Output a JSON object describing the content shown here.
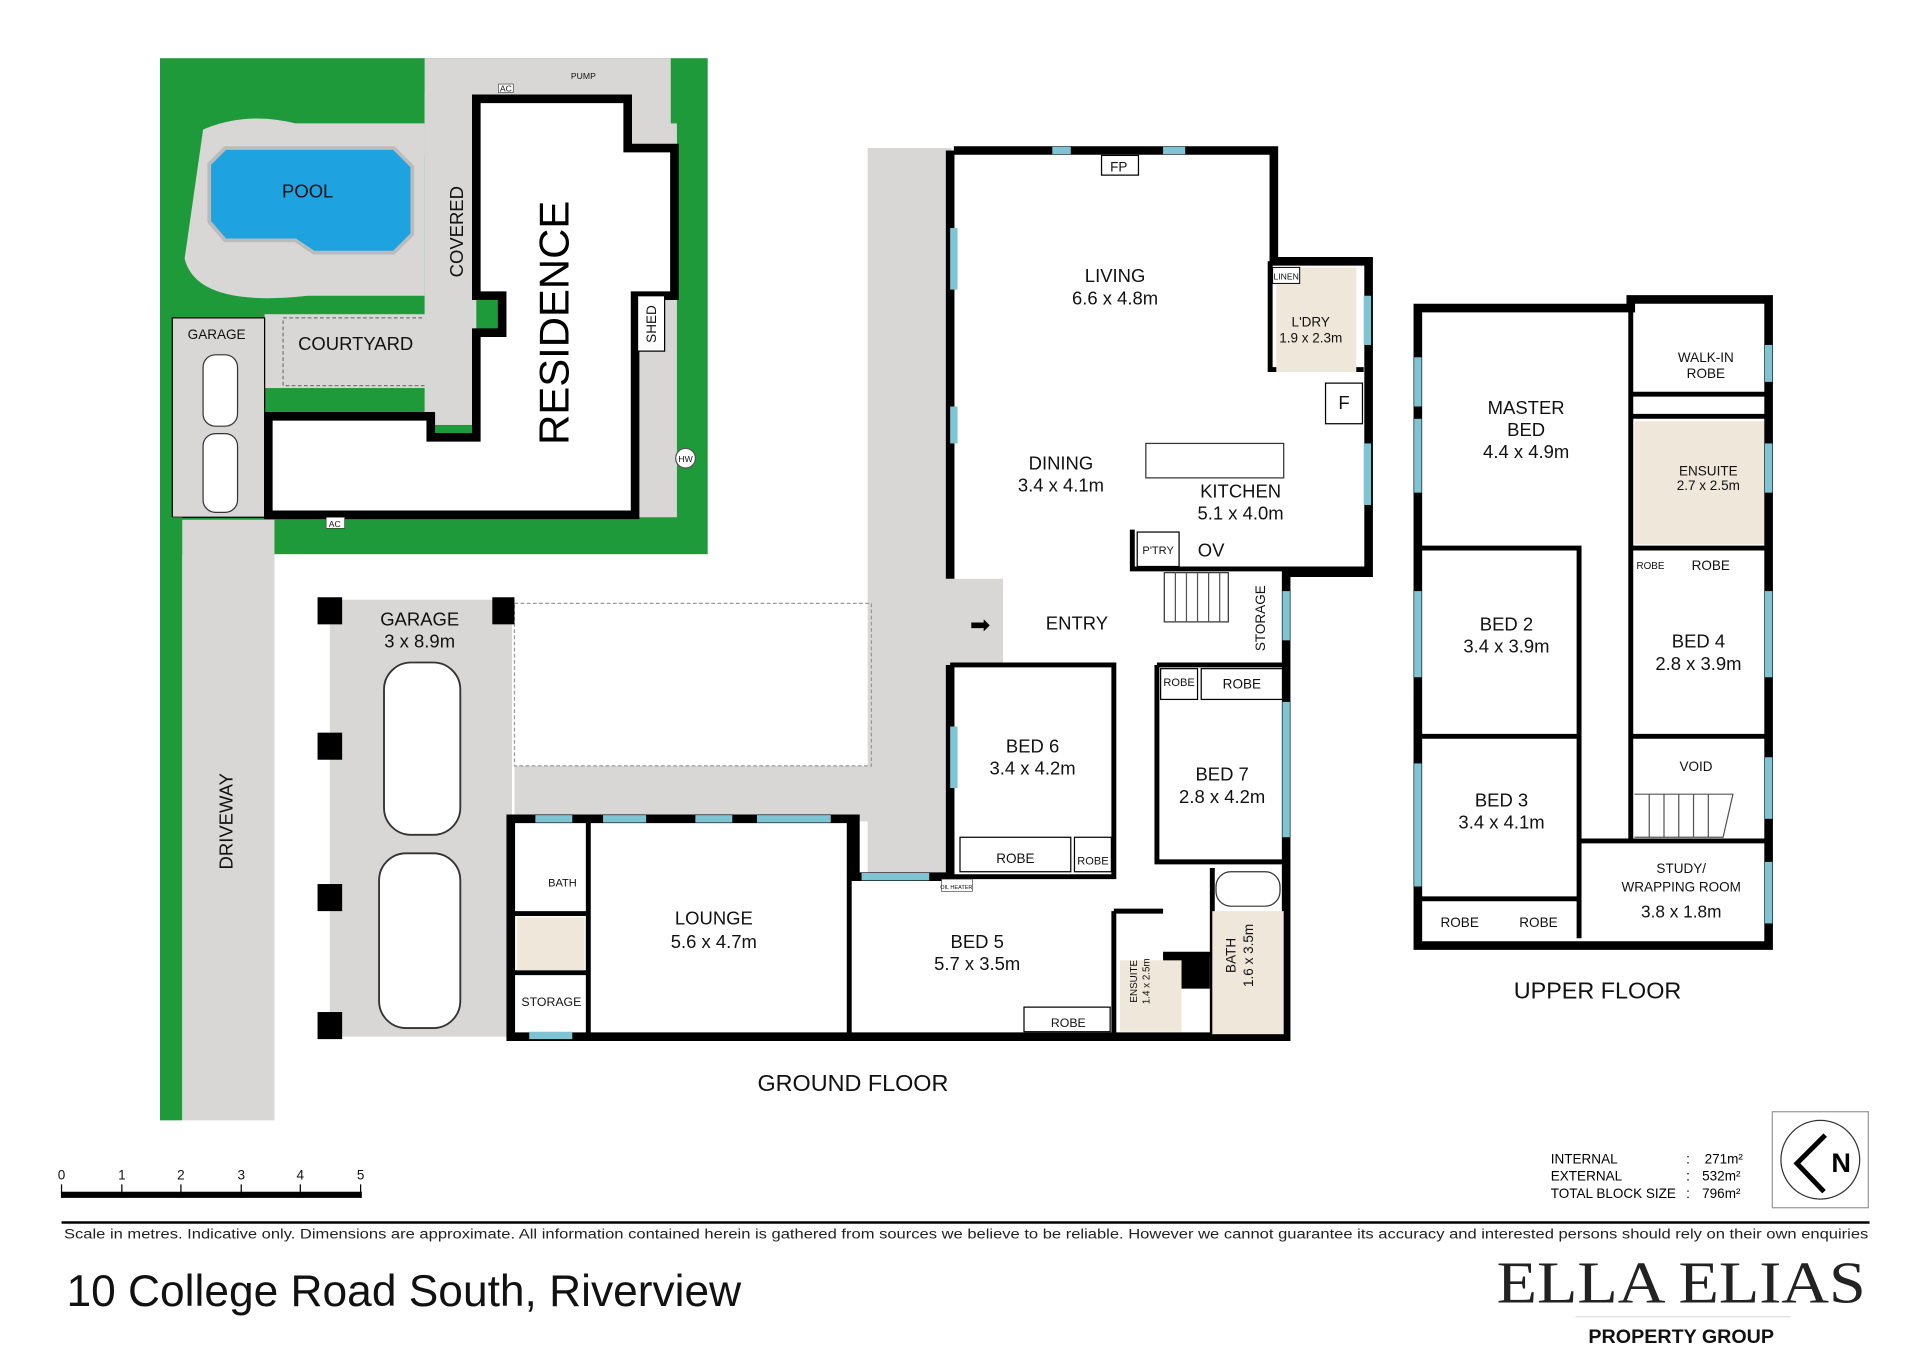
{
  "site": {
    "pool": "POOL",
    "courtyard": "COURTYARD",
    "covered": "COVERED",
    "residence": "RESIDENCE",
    "garage": "GARAGE",
    "shed": "SHED",
    "hw": "HW",
    "pump": "PUMP",
    "ac": "AC",
    "driveway": "DRIVEWAY"
  },
  "ground": {
    "title": "GROUND FLOOR",
    "garage": {
      "name": "GARAGE",
      "dims": "3 x 8.9m"
    },
    "living": {
      "name": "LIVING",
      "dims": "6.6 x 4.8m"
    },
    "fp": "FP",
    "linen": "LINEN",
    "laundry": {
      "name": "L'DRY",
      "dims": "1.9 x 2.3m"
    },
    "fridge": "F",
    "dining": {
      "name": "DINING",
      "dims": "3.4 x 4.1m"
    },
    "kitchen": {
      "name": "KITCHEN",
      "dims": "5.1 x 4.0m"
    },
    "pantry": "P'TRY",
    "oven": "OV",
    "entry": "ENTRY",
    "storage": "STORAGE",
    "bed6": {
      "name": "BED 6",
      "dims": "3.4 x 4.2m"
    },
    "bed7": {
      "name": "BED 7",
      "dims": "2.8 x 4.2m"
    },
    "robe": "ROBE",
    "oil_heater": "OIL HEATER",
    "lounge": {
      "name": "LOUNGE",
      "dims": "5.6 x 4.7m"
    },
    "bath_small": "BATH",
    "storage2": "STORAGE",
    "bed5": {
      "name": "BED 5",
      "dims": "5.7 x 3.5m"
    },
    "ensuite": {
      "name": "ENSUITE",
      "dims": "1.4 x 2.5m"
    },
    "bath": {
      "name": "BATH",
      "dims": "1.6 x 3.5m"
    }
  },
  "upper": {
    "title": "UPPER FLOOR",
    "master": {
      "name1": "MASTER",
      "name2": "BED",
      "dims": "4.4 x 4.9m"
    },
    "walkin": {
      "l1": "WALK-IN",
      "l2": "ROBE"
    },
    "ensuite": {
      "name": "ENSUITE",
      "dims": "2.7 x 2.5m"
    },
    "bed2": {
      "name": "BED 2",
      "dims": "3.4 x 3.9m"
    },
    "bed4": {
      "name": "BED 4",
      "dims": "2.8 x 3.9m"
    },
    "bed3": {
      "name": "BED 3",
      "dims": "3.4 x 4.1m"
    },
    "void": "VOID",
    "study": {
      "l1": "STUDY/",
      "l2": "WRAPPING ROOM",
      "dims": "3.8 x 1.8m"
    },
    "robe": "ROBE"
  },
  "scale": {
    "ticks": [
      "0",
      "1",
      "2",
      "3",
      "4",
      "5"
    ]
  },
  "areas": [
    {
      "label": "INTERNAL",
      "value": "271m²"
    },
    {
      "label": "EXTERNAL",
      "value": "532m²"
    },
    {
      "label": "TOTAL BLOCK SIZE",
      "value": "796m²"
    }
  ],
  "compass": "N",
  "disclaimer": "Scale in metres. Indicative only. Dimensions are approximate. All information contained herein is gathered from sources we believe to be reliable. However we cannot guarantee its accuracy and interested persons should rely on their own enquiries",
  "address": "10 College Road South, Riverview",
  "brand": {
    "name": "ELLA ELIAS",
    "sub": "PROPERTY GROUP"
  },
  "colors": {
    "grass": "#1f9a3a",
    "pool": "#1ea3e0",
    "paving": "#d9d7d5",
    "window": "#7fc4d2"
  }
}
